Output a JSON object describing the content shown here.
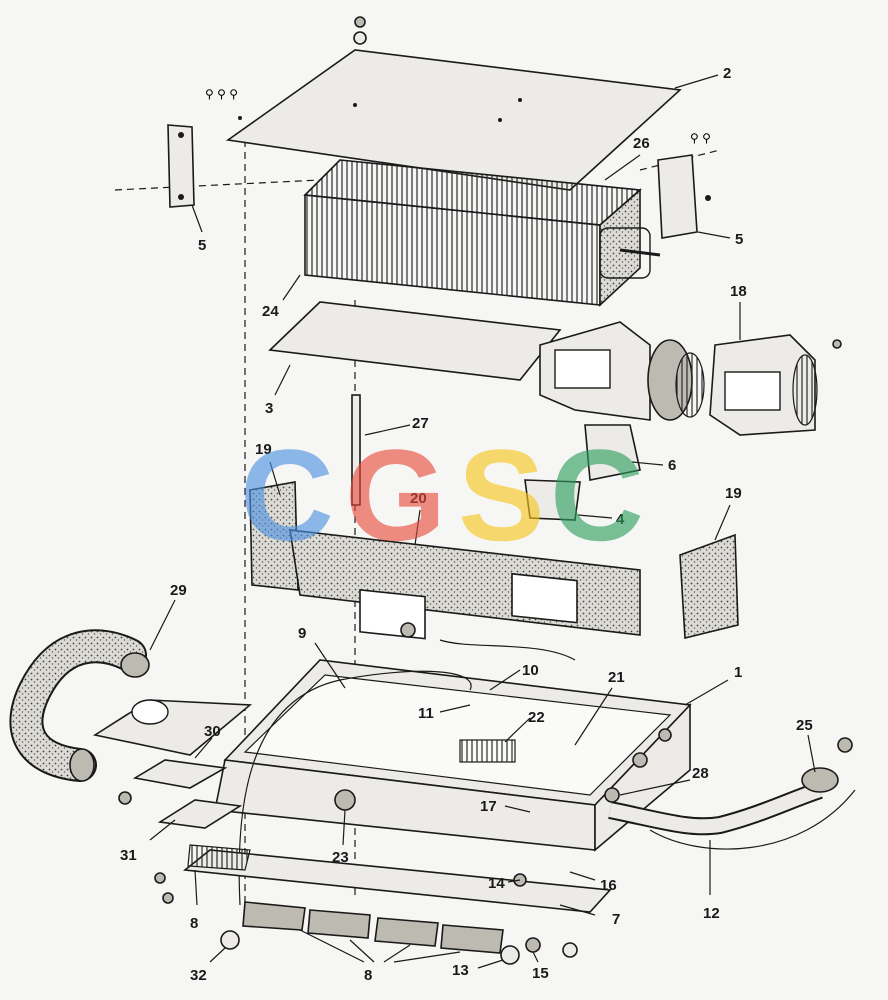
{
  "watermark": {
    "letters": [
      {
        "text": "C",
        "color": "#4a90e2"
      },
      {
        "text": "G",
        "color": "#e84a3c"
      },
      {
        "text": "S",
        "color": "#f5c518"
      },
      {
        "text": "C",
        "color": "#2e9e5e"
      }
    ]
  },
  "callouts": {
    "c1": "1",
    "c2": "2",
    "c3": "3",
    "c4": "4",
    "c5a": "5",
    "c5b": "5",
    "c6": "6",
    "c7": "7",
    "c8a": "8",
    "c8b": "8",
    "c9": "9",
    "c10": "10",
    "c11": "11",
    "c12": "12",
    "c13": "13",
    "c14": "14",
    "c15": "15",
    "c16": "16",
    "c17": "17",
    "c18": "18",
    "c19a": "19",
    "c19b": "19",
    "c20": "20",
    "c21": "21",
    "c22": "22",
    "c23": "23",
    "c24": "24",
    "c25": "25",
    "c26": "26",
    "c27": "27",
    "c28": "28",
    "c29": "29",
    "c30": "30",
    "c31": "31",
    "c32": "32"
  }
}
